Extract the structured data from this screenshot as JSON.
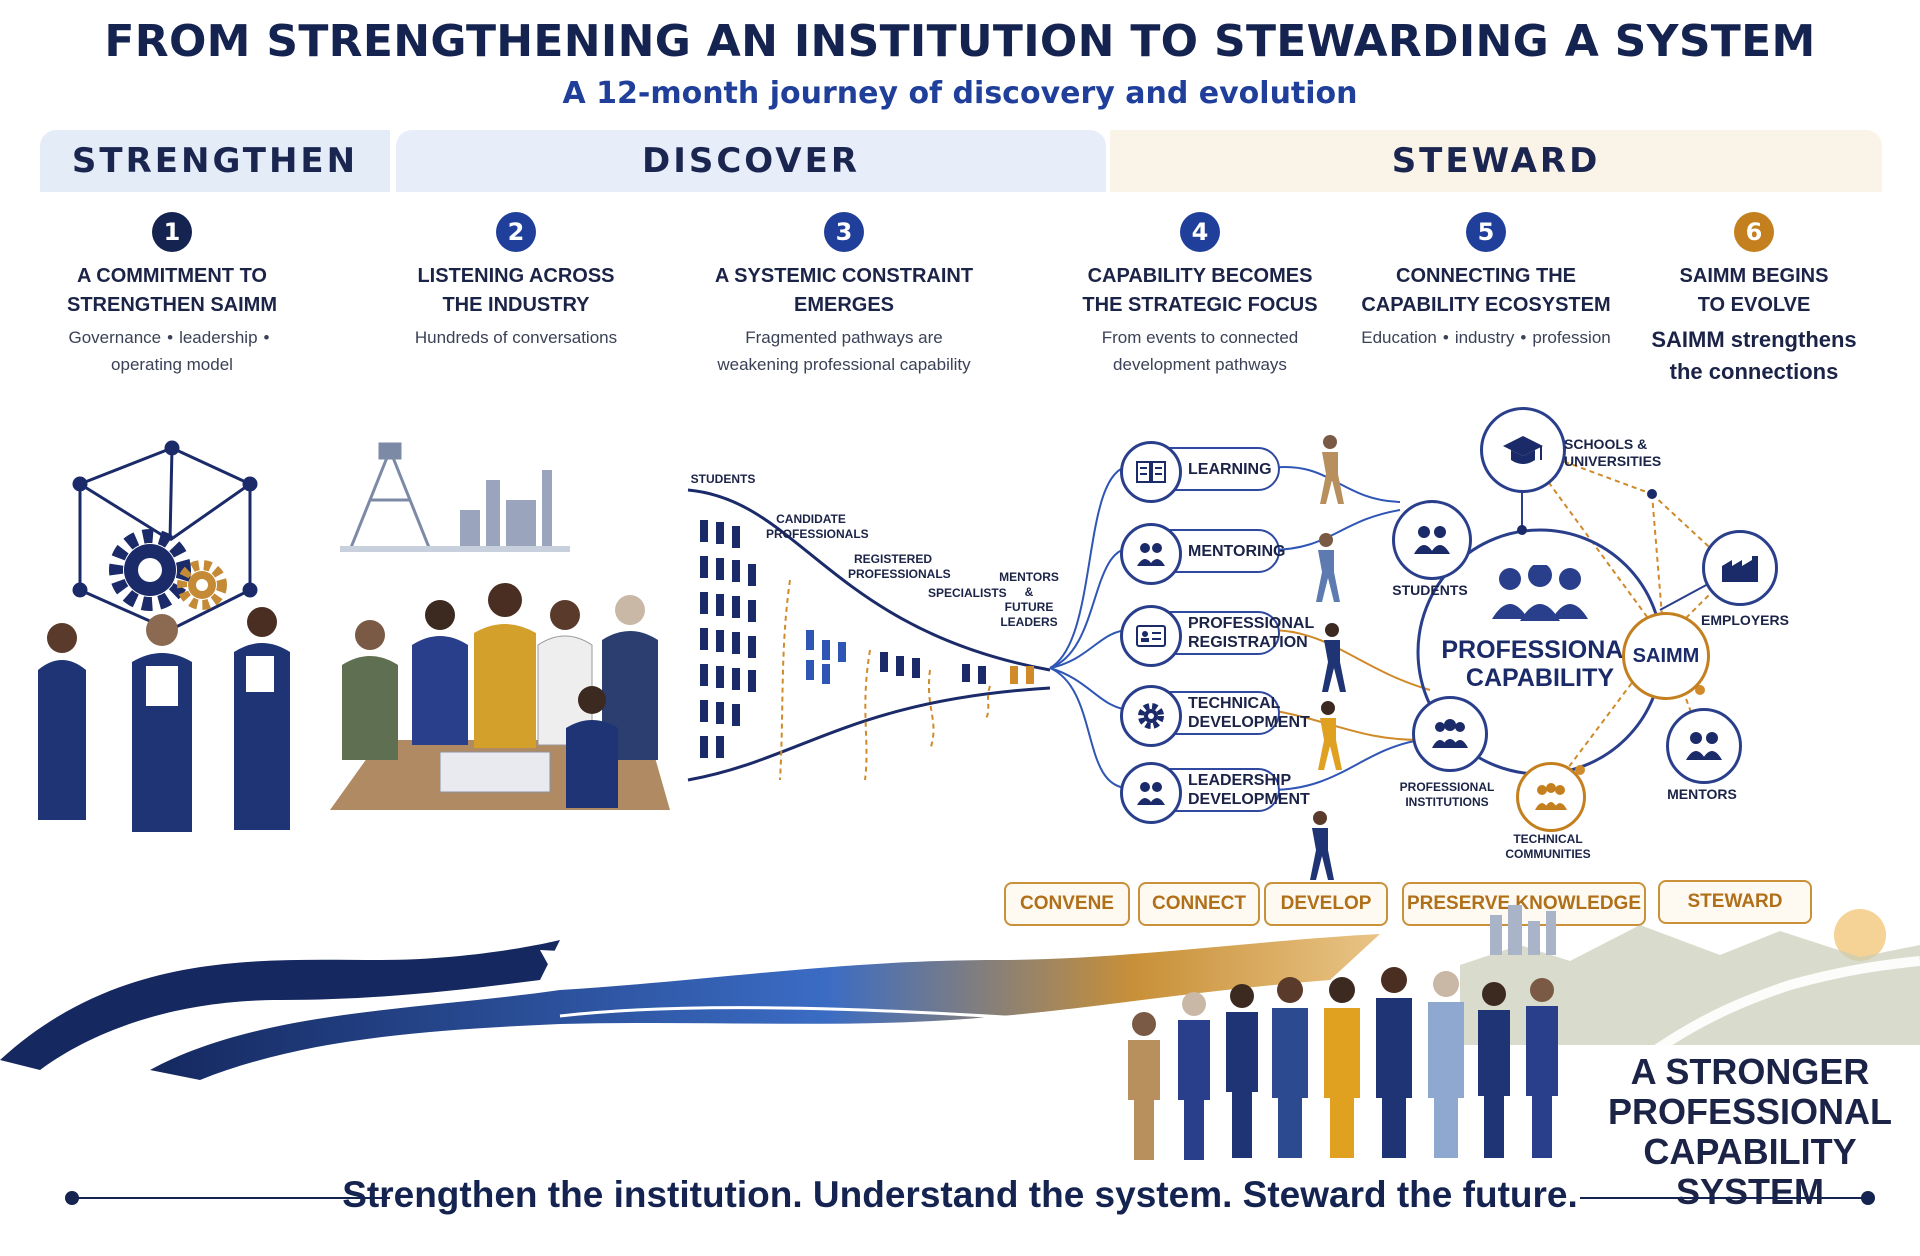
{
  "title": "FROM STRENGTHENING AN INSTITUTION TO STEWARDING A SYSTEM",
  "subtitle": "A 12-month journey of discovery and evolution",
  "phases": {
    "strengthen": "STRENGTHEN",
    "discover": "DISCOVER",
    "steward": "STEWARD"
  },
  "steps": [
    {
      "num": "1",
      "head_1": "A COMMITMENT TO",
      "head_2": "STRENGTHEN SAIMM",
      "desc_a": "Governance",
      "desc_b": "leadership",
      "desc_c": "operating model",
      "color": "#14234f"
    },
    {
      "num": "2",
      "head_1": "LISTENING ACROSS",
      "head_2": "THE INDUSTRY",
      "desc": "Hundreds of conversations",
      "color": "#1f3f9a"
    },
    {
      "num": "3",
      "head_1": "A SYSTEMIC CONSTRAINT",
      "head_2": "EMERGES",
      "desc_1": "Fragmented pathways are",
      "desc_2": "weakening professional capability",
      "color": "#1f3f9a"
    },
    {
      "num": "4",
      "head_1": "CAPABILITY BECOMES",
      "head_2": "THE STRATEGIC FOCUS",
      "desc_1": "From events to connected",
      "desc_2": "development pathways",
      "color": "#1f3f9a"
    },
    {
      "num": "5",
      "head_1": "CONNECTING THE",
      "head_2": "CAPABILITY ECOSYSTEM",
      "desc_a": "Education",
      "desc_b": "industry",
      "desc_c": "profession",
      "color": "#1f3f9a"
    },
    {
      "num": "6",
      "head_1": "SAIMM BEGINS",
      "head_2": "TO EVOLVE",
      "desc_1": "SAIMM strengthens",
      "desc_2": "the connections",
      "color": "#c47f1f"
    }
  ],
  "funnel_labels": {
    "students": "STUDENTS",
    "candidate_1": "CANDIDATE",
    "candidate_2": "PROFESSIONALS",
    "registered_1": "REGISTERED",
    "registered_2": "PROFESSIONALS",
    "specialists": "SPECIALISTS",
    "mentors_1": "MENTORS &",
    "mentors_2": "FUTURE",
    "mentors_3": "LEADERS"
  },
  "pathways": [
    {
      "l1": "LEARNING",
      "l2": ""
    },
    {
      "l1": "MENTORING",
      "l2": ""
    },
    {
      "l1": "PROFESSIONAL",
      "l2": "REGISTRATION"
    },
    {
      "l1": "TECHNICAL",
      "l2": "DEVELOPMENT"
    },
    {
      "l1": "LEADERSHIP",
      "l2": "DEVELOPMENT"
    }
  ],
  "ecosystem": {
    "hub_1": "PROFESSIONAL",
    "hub_2": "CAPABILITY",
    "saimm": "SAIMM",
    "students": "STUDENTS",
    "schools_1": "SCHOOLS &",
    "schools_2": "UNIVERSITIES",
    "employers": "EMPLOYERS",
    "prof_inst_1": "PROFESSIONAL",
    "prof_inst_2": "INSTITUTIONS",
    "tech_comm_1": "TECHNICAL",
    "tech_comm_2": "COMMUNITIES",
    "mentors": "MENTORS"
  },
  "actions": [
    "CONVENE",
    "CONNECT",
    "DEVELOP",
    "PRESERVE KNOWLEDGE",
    "STEWARD"
  ],
  "closing": {
    "l1": "A STRONGER",
    "l2": "PROFESSIONAL",
    "l3": "CAPABILITY SYSTEM"
  },
  "tagline": "Strengthen the institution. Understand the system. Steward the future.",
  "colors": {
    "navy": "#14234f",
    "blue": "#1f3f9a",
    "gold": "#c47f1f"
  }
}
